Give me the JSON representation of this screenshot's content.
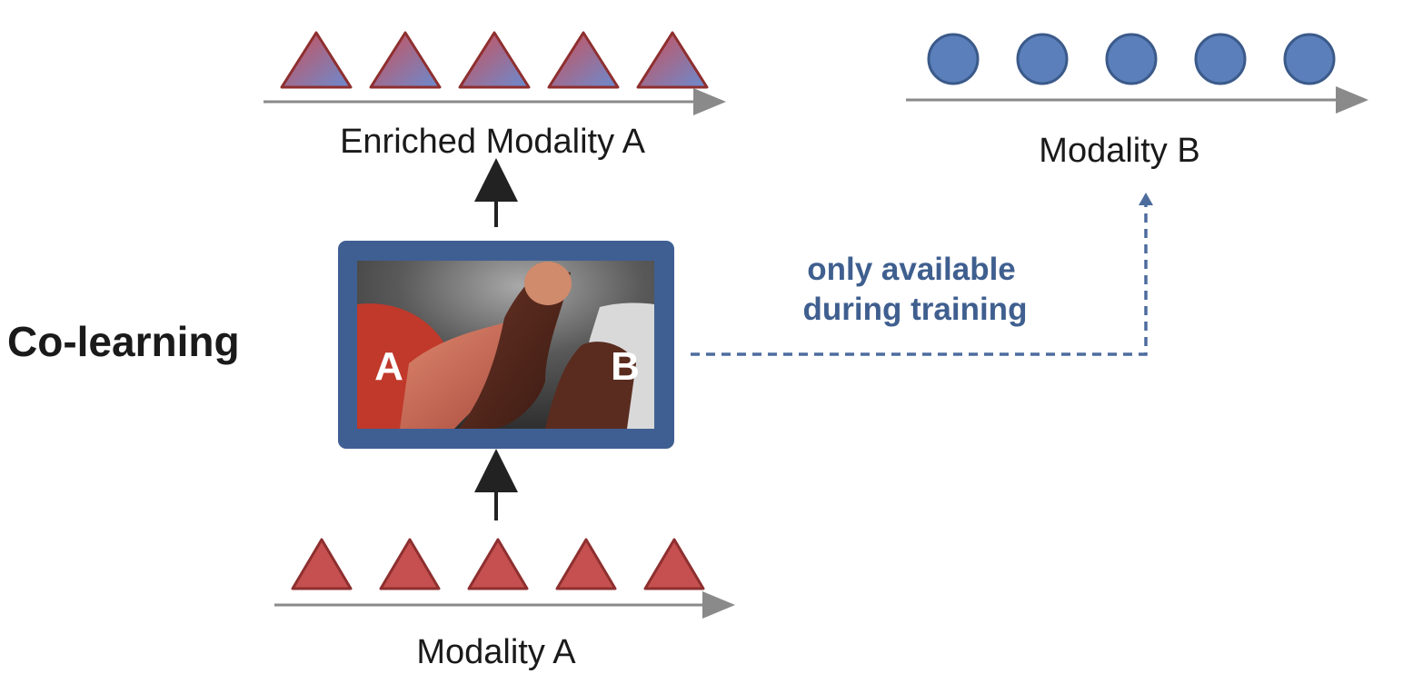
{
  "title": "Co-learning",
  "enriched_label": "Enriched Modality A",
  "modality_a_label": "Modality A",
  "modality_b_label": "Modality B",
  "note_line1": "only available",
  "note_line2": "during training",
  "arm_a_label": "A",
  "arm_b_label": "B",
  "enriched_tokens": {
    "count": 5,
    "shape": "triangle",
    "gradient": [
      "#c9545a",
      "#6f86c9"
    ]
  },
  "modality_a_tokens": {
    "count": 5,
    "shape": "triangle",
    "color": "#c5504f"
  },
  "modality_b_tokens": {
    "count": 5,
    "shape": "circle",
    "color": "#5a7fba"
  },
  "colors": {
    "frame": "#3f5f93",
    "dashed_arrow": "#4d6c9e",
    "axis": "#8a8a8a",
    "arrow": "#222222"
  },
  "image_depiction": "handshake-arms-icon"
}
